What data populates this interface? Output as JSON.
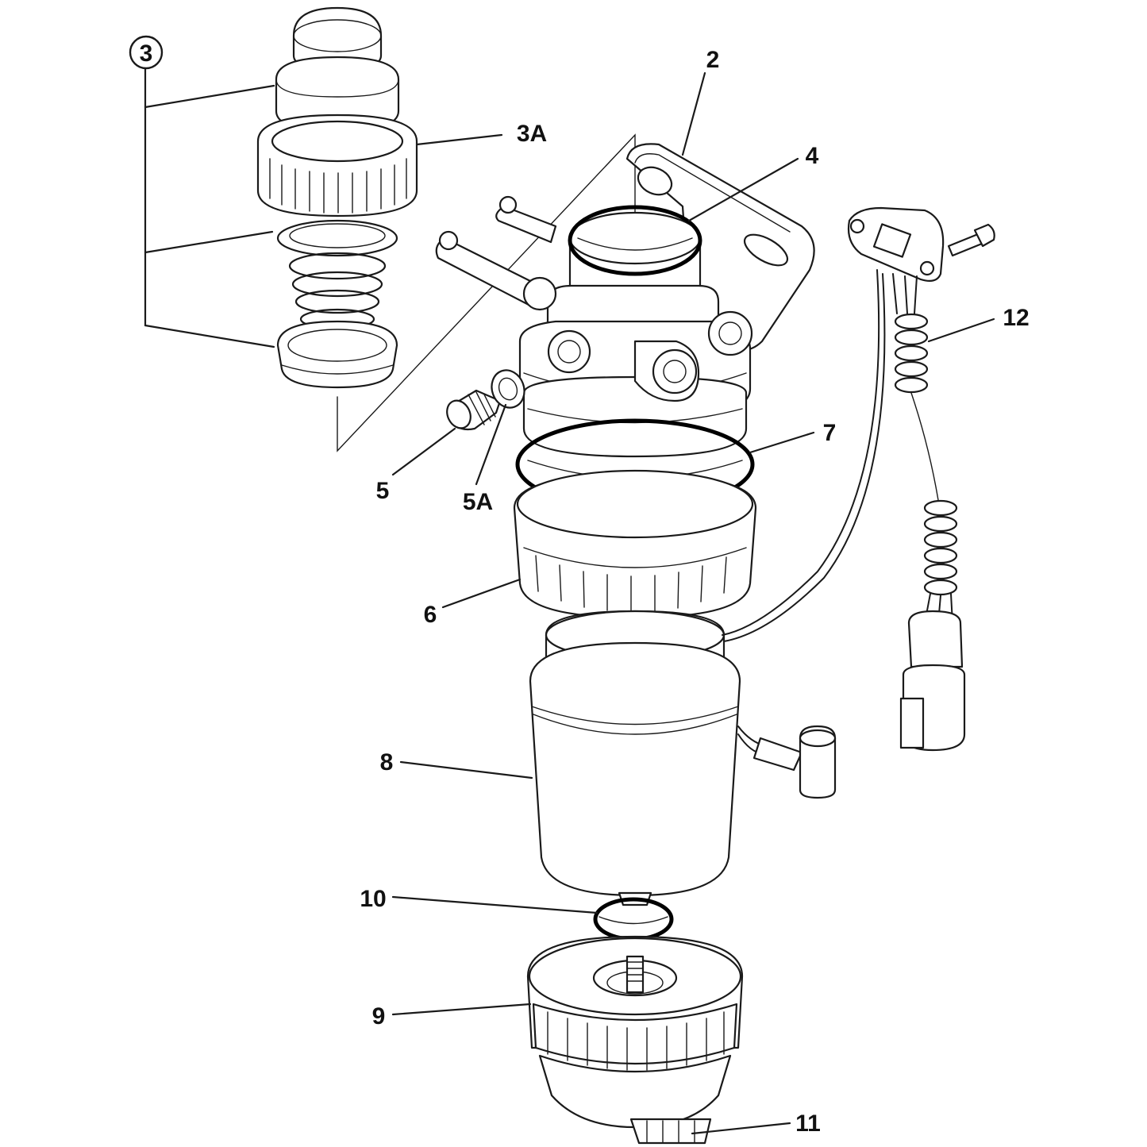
{
  "labels": {
    "l2": "2",
    "l3": "3",
    "l3a": "3A",
    "l4": "4",
    "l5": "5",
    "l5a": "5A",
    "l6": "6",
    "l7": "7",
    "l8": "8",
    "l9": "9",
    "l10": "10",
    "l11": "11",
    "l12": "12"
  },
  "colors": {
    "line": "#1a1a1a",
    "background": "#ffffff"
  }
}
